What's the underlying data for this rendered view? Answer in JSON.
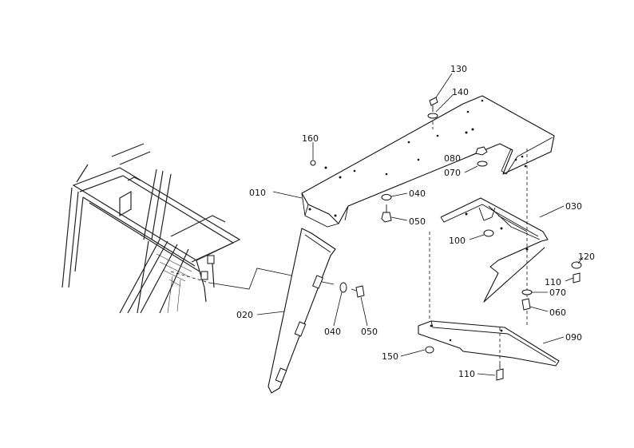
{
  "callouts": {
    "p010": "010",
    "p020": "020",
    "p030": "030",
    "p040a": "040",
    "p040b": "040",
    "p050a": "050",
    "p050b": "050",
    "p060": "060",
    "p070a": "070",
    "p070b": "070",
    "p080": "080",
    "p090": "090",
    "p100": "100",
    "p110a": "110",
    "p110b": "110",
    "p120": "120",
    "p130": "130",
    "p140": "140",
    "p150": "150",
    "p160": "160"
  }
}
